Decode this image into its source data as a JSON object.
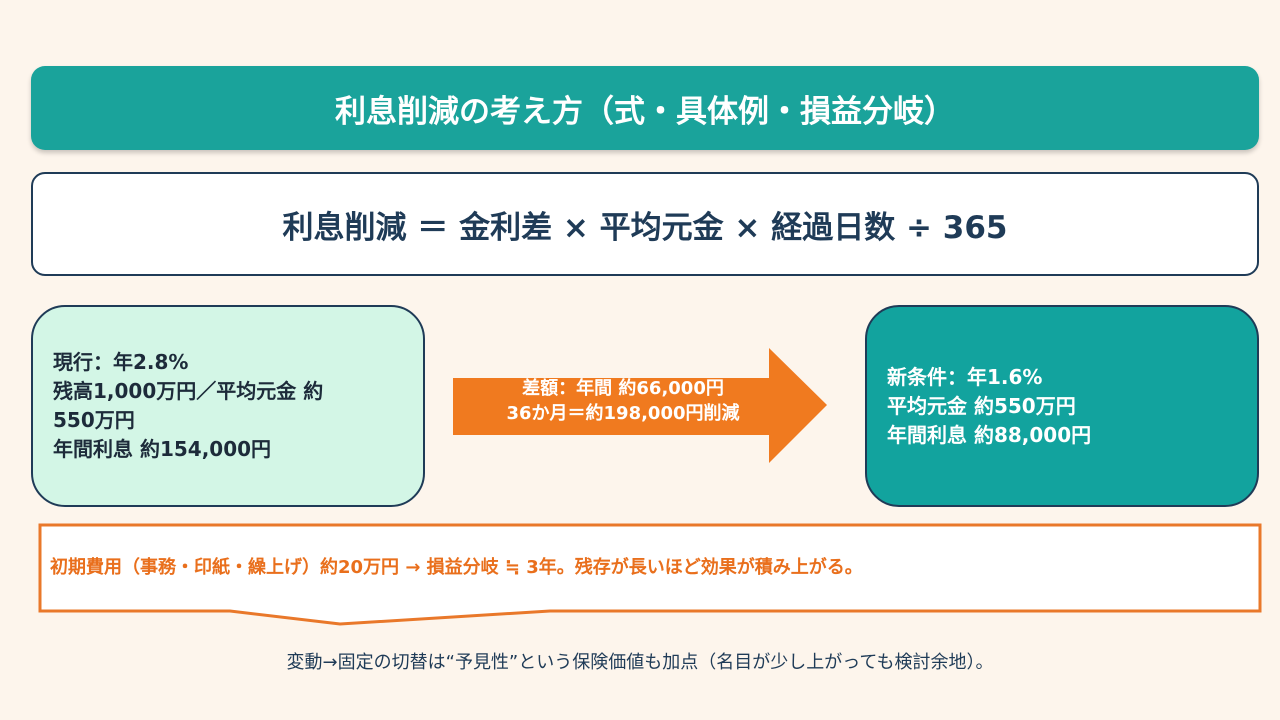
{
  "title": "利息削減の考え方（式・具体例・損益分岐）",
  "formula": "利息削減 ＝ 金利差 × 平均元金 × 経過日数 ÷ 365",
  "current": {
    "lines": [
      "現行：年2.8%",
      "残高1,000万円／平均元金 約",
      "550万円",
      "年間利息 約154,000円"
    ]
  },
  "arrow": {
    "lines": [
      "差額：年間 約66,000円",
      "36か月＝約198,000円削減"
    ]
  },
  "new": {
    "lines": [
      "新条件：年1.6%",
      "平均元金 約550万円",
      "年間利息 約88,000円"
    ]
  },
  "callout": "初期費用（事務・印紙・繰上げ）約20万円 → 損益分岐 ≒ 3年。残存が長いほど効果が積み上がる。",
  "note": "変動→固定の切替は“予見性”という保険価値も加点（名目が少し上がっても検討余地）。",
  "colors": {
    "teal": "#1aa39b",
    "navy": "#1f3b57",
    "orange": "#f07a1f",
    "mint": "#d3f6e6"
  }
}
